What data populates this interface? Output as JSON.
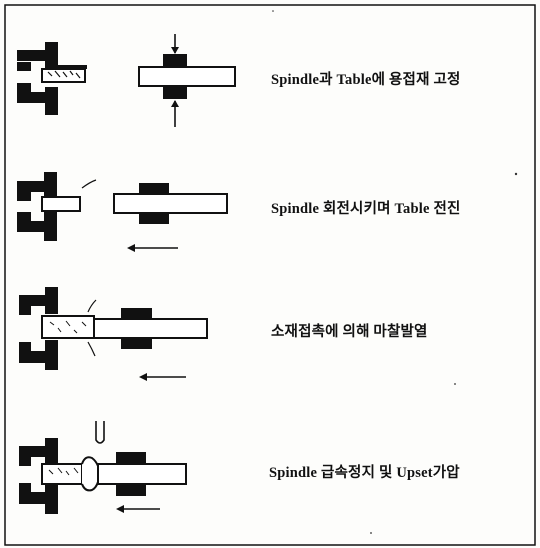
{
  "steps": [
    {
      "label": "Spindle과 Table에 용접재 고정"
    },
    {
      "label": "Spindle 회전시키며 Table 전진"
    },
    {
      "label": "소재접촉에 의해 마찰발열"
    },
    {
      "label": "Spindle 급속정지 및 Upset가압"
    }
  ],
  "colors": {
    "ink": "#111111",
    "paper": "#fdfdfb"
  }
}
